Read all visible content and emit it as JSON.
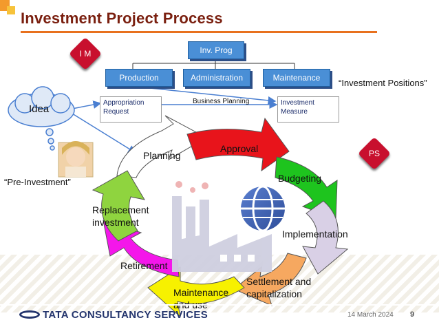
{
  "title": "Investment Project Process",
  "im_badge": "I M",
  "ps_badge": "PS",
  "inv_prog": "Inv. Prog",
  "departments": [
    "Production",
    "Administration",
    "Maintenance"
  ],
  "investment_positions": "“Investment Positions”",
  "idea": "Idea",
  "appropriation_request": [
    "Appropriation",
    "Request"
  ],
  "business_planning": "Business Planning",
  "investment_measure": [
    "Investment",
    "Measure"
  ],
  "pre_investment": "“Pre-Investment”",
  "cycle": {
    "planning": "Planning",
    "approval": "Approval",
    "budgeting": "Budgeting",
    "implementation": "Implementation",
    "settlement": [
      "Settlement and",
      "capitalization"
    ],
    "maintenance": [
      "Maintenance",
      "and use"
    ],
    "retirement": "Retirement",
    "replacement": [
      "Replacement",
      "investment"
    ]
  },
  "colors": {
    "planning": "#ffffff",
    "approval": "#e8141b",
    "budgeting": "#1ec41e",
    "implementation": "#d9d0e6",
    "settlement": "#f6a860",
    "maintenance": "#f7f100",
    "retirement": "#f416ea",
    "replacement": "#8fd43f"
  },
  "footer": {
    "company": "TATA CONSULTANCY SERVICES",
    "date": "14 March 2024",
    "page": "9"
  }
}
